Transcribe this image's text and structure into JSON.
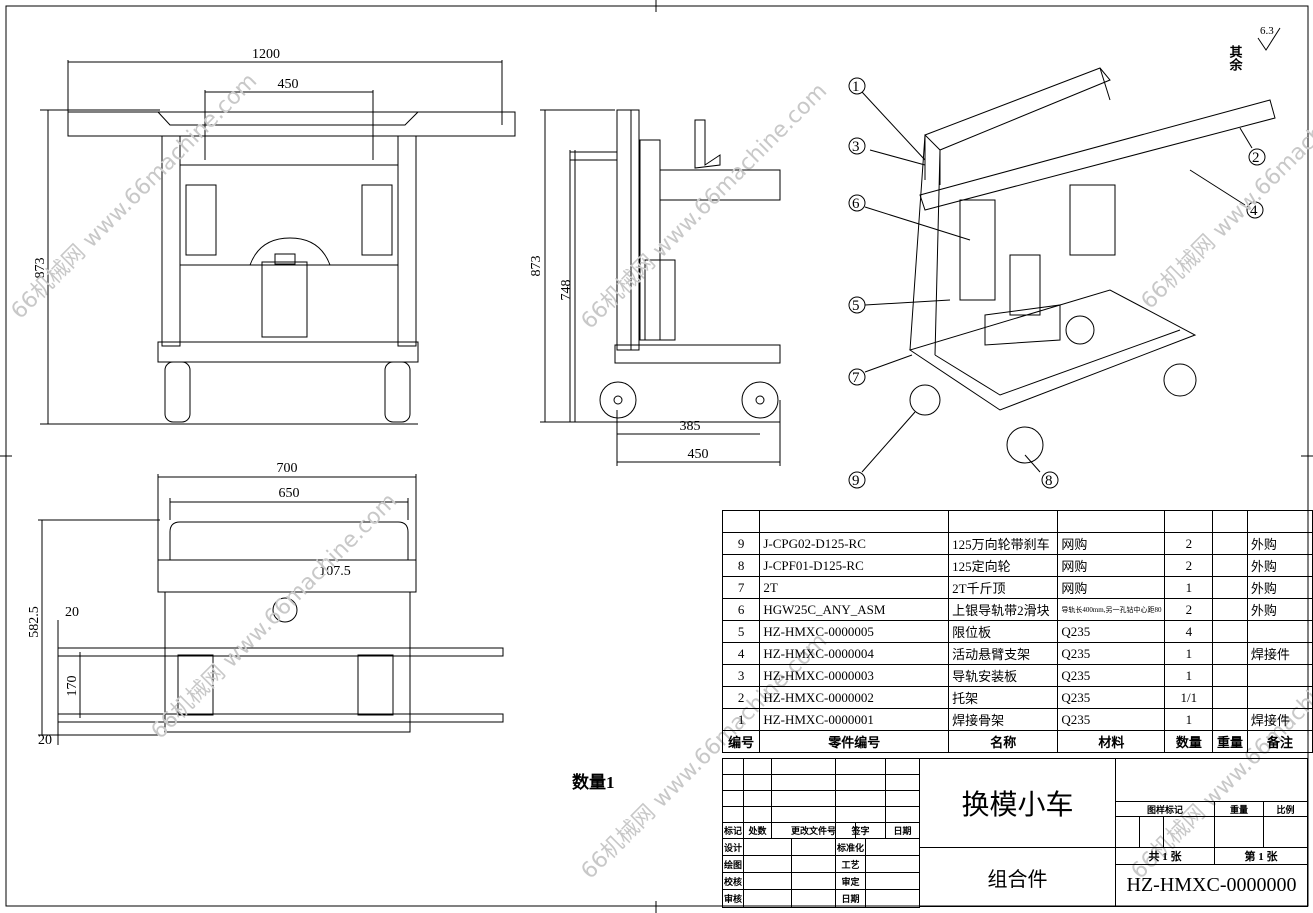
{
  "roughness": {
    "label": "其余",
    "value": "6.3"
  },
  "quantity_note": "数量1",
  "front_view": {
    "width": "1200",
    "inner": "450",
    "height": "873"
  },
  "side_view": {
    "height": "873",
    "inner_height": "748",
    "base1": "385",
    "base2": "450"
  },
  "top_view": {
    "width": "700",
    "inner": "650",
    "offset": "107.5",
    "depth": "582.5",
    "gap_top": "20",
    "rail_pitch": "170",
    "gap_bottom": "20"
  },
  "balloons": [
    "1",
    "2",
    "3",
    "4",
    "5",
    "6",
    "7",
    "8",
    "9"
  ],
  "bom": {
    "headers": [
      "编号",
      "零件编号",
      "名称",
      "材料",
      "数量",
      "重量",
      "备注"
    ],
    "rows": [
      [
        "9",
        "J-CPG02-D125-RC",
        "125万向轮带刹车",
        "网购",
        "2",
        "",
        "外购"
      ],
      [
        "8",
        "J-CPF01-D125-RC",
        "125定向轮",
        "网购",
        "2",
        "",
        "外购"
      ],
      [
        "7",
        "2T",
        "2T千斤顶",
        "网购",
        "1",
        "",
        "外购"
      ],
      [
        "6",
        "HGW25C_ANY_ASM",
        "上银导轨带2滑块",
        "导轨长400mm,另一孔钻中心距80",
        "2",
        "",
        "外购"
      ],
      [
        "5",
        "HZ-HMXC-0000005",
        "限位板",
        "Q235",
        "4",
        "",
        ""
      ],
      [
        "4",
        "HZ-HMXC-0000004",
        "活动悬臂支架",
        "Q235",
        "1",
        "",
        "焊接件"
      ],
      [
        "3",
        "HZ-HMXC-0000003",
        "导轨安装板",
        "Q235",
        "1",
        "",
        ""
      ],
      [
        "2",
        "HZ-HMXC-0000002",
        "托架",
        "Q235",
        "1/1",
        "",
        ""
      ],
      [
        "1",
        "HZ-HMXC-0000001",
        "焊接骨架",
        "Q235",
        "1",
        "",
        "焊接件"
      ]
    ]
  },
  "title_block": {
    "title": "换模小车",
    "subtitle": "组合件",
    "drawing_no": "HZ-HMXC-0000000",
    "rev_headers": [
      "标记",
      "处数",
      "更改文件号",
      "签字",
      "日期"
    ],
    "roles": [
      "设计",
      "绘图",
      "校核",
      "审核"
    ],
    "roles2": [
      "标准化",
      "工艺",
      "审定",
      "日期"
    ],
    "stage_label": "图样标记",
    "weight_label": "重量",
    "scale_label": "比例",
    "sheets_total": "共 1 张",
    "sheet_no": "第 1 张"
  },
  "watermark": "66机械网 www.66machine.com"
}
